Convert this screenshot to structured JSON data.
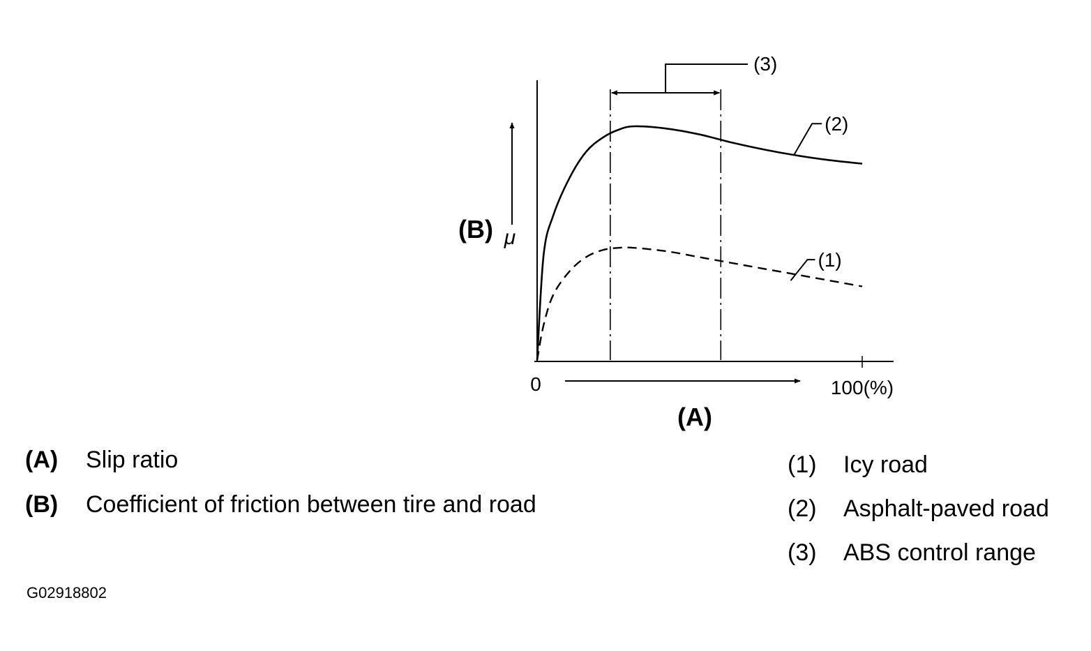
{
  "figure_id": "G02918802",
  "legend": {
    "axes": [
      {
        "key": "(A)",
        "text": "Slip ratio"
      },
      {
        "key": "(B)",
        "text": "Coefficient of friction between tire and road"
      }
    ],
    "items": [
      {
        "key": "(1)",
        "text": "Icy road"
      },
      {
        "key": "(2)",
        "text": "Asphalt-paved road"
      },
      {
        "key": "(3)",
        "text": "ABS control range"
      }
    ]
  },
  "chart_data": {
    "type": "line",
    "xlabel": "(A)",
    "ylabel": "(B)",
    "ylabel_symbol": "μ",
    "x_ticks": [
      {
        "value": 0,
        "label": "0"
      },
      {
        "value": 100,
        "label": "100(%)"
      }
    ],
    "xlim": [
      0,
      110
    ],
    "ylim": [
      0,
      1.2
    ],
    "grid": false,
    "series": [
      {
        "name": "(2)",
        "style": "solid",
        "x": [
          0,
          2,
          5,
          10,
          15,
          20,
          25,
          30,
          40,
          50,
          60,
          70,
          80,
          90,
          100
        ],
        "y": [
          0,
          0.45,
          0.62,
          0.78,
          0.89,
          0.95,
          0.985,
          1.0,
          0.99,
          0.965,
          0.93,
          0.9,
          0.875,
          0.855,
          0.84
        ]
      },
      {
        "name": "(1)",
        "style": "dashed",
        "x": [
          0,
          2,
          5,
          10,
          15,
          20,
          25,
          30,
          40,
          50,
          60,
          70,
          80,
          90,
          100
        ],
        "y": [
          0,
          0.15,
          0.28,
          0.38,
          0.44,
          0.47,
          0.48,
          0.48,
          0.465,
          0.44,
          0.415,
          0.39,
          0.365,
          0.34,
          0.315
        ]
      }
    ],
    "range": {
      "label": "(3)",
      "from": 22.5,
      "to": 56.5
    }
  }
}
